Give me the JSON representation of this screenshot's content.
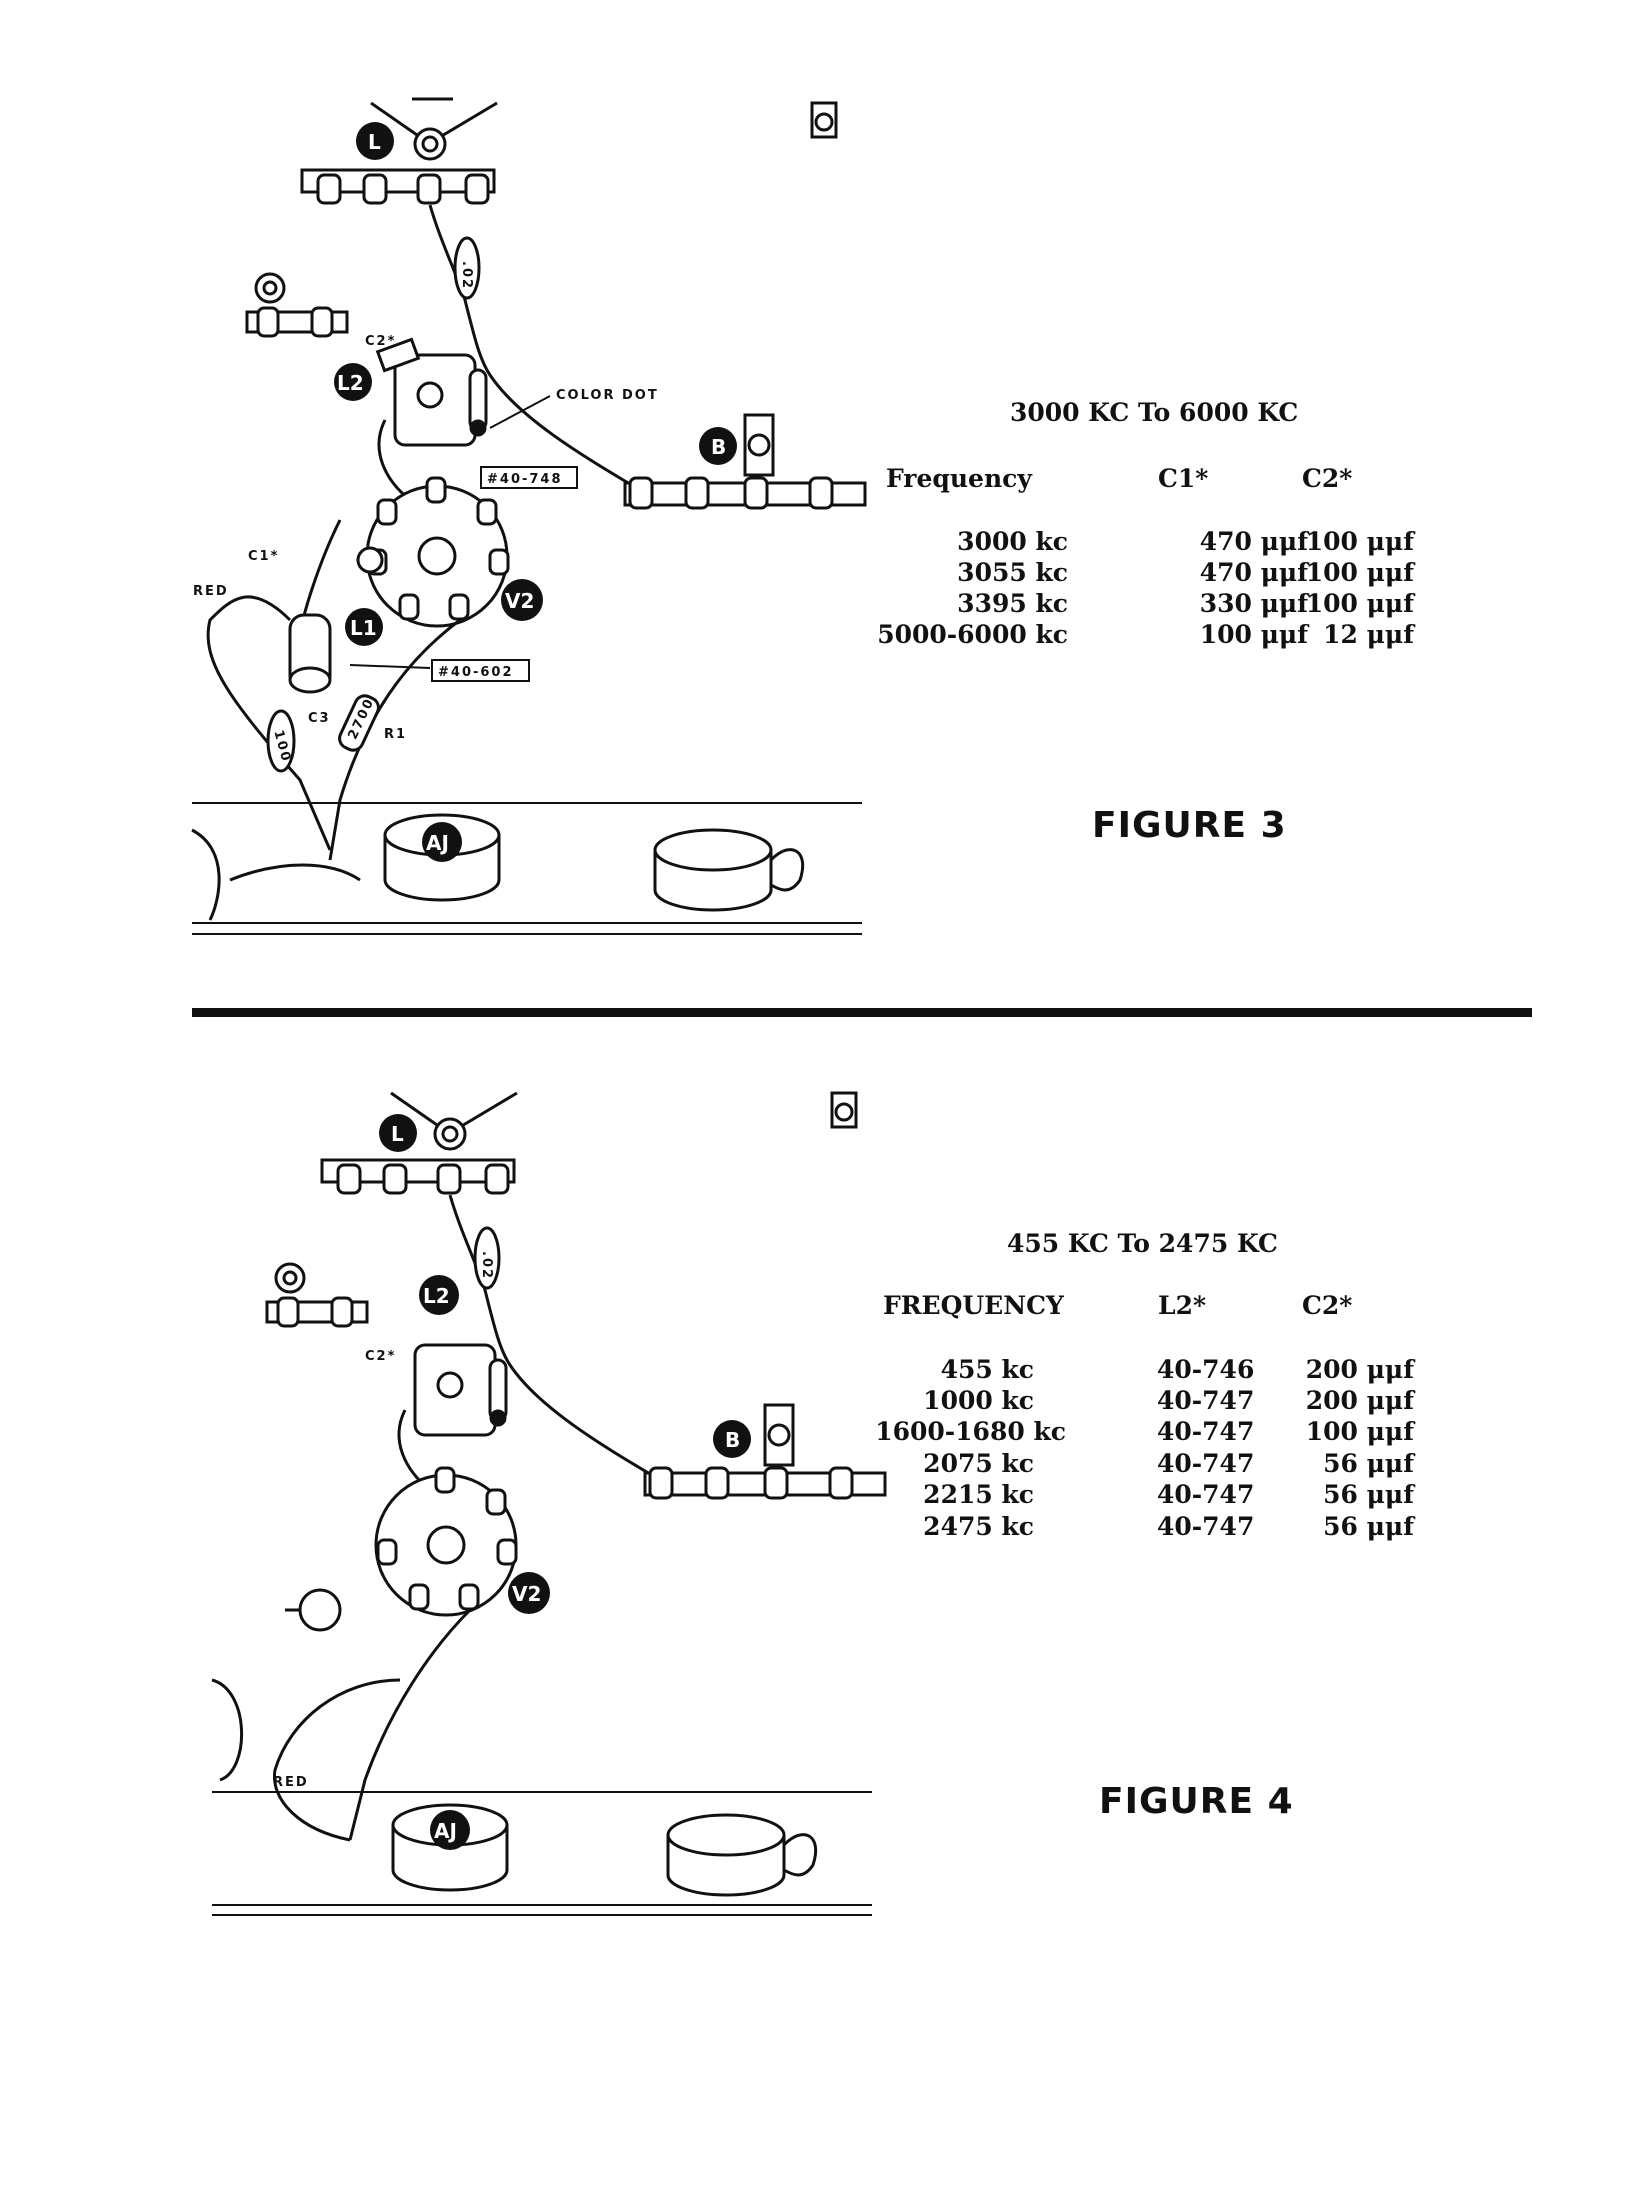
{
  "figure3": {
    "caption": "FIGURE 3",
    "table_title": "3000 KC To 6000 KC",
    "headers": [
      "Frequency",
      "C1*",
      "C2*"
    ],
    "rows": [
      [
        "3000 kc",
        "470 μμf",
        "100 μμf"
      ],
      [
        "3055 kc",
        "470 μμf",
        "100 μμf"
      ],
      [
        "3395 kc",
        "330 μμf",
        "100 μμf"
      ],
      [
        "5000-6000 kc",
        "100 μμf",
        "12 μμf"
      ]
    ],
    "diagram": {
      "badges": {
        "l": "L",
        "l2": "L2",
        "b": "B",
        "v2": "V2",
        "l1": "L1",
        "aj": "AJ"
      },
      "color_dot": "COLOR DOT",
      "part_l2": "#40-748",
      "part_l1": "#40-602",
      "red": "RED",
      "c1": "C1*",
      "c2": "C2*",
      "c3": "C3",
      "r1": "R1",
      "cap_02": ".02",
      "cap_100": "100",
      "res_2700": "2700"
    }
  },
  "figure4": {
    "caption": "FIGURE 4",
    "table_title": "455 KC To 2475 KC",
    "headers": [
      "FREQUENCY",
      "L2*",
      "C2*"
    ],
    "rows": [
      [
        "455 kc",
        "40-746",
        "200 μμf"
      ],
      [
        "1000 kc",
        "40-747",
        "200 μμf"
      ],
      [
        "1600-1680 kc",
        "40-747",
        "100 μμf"
      ],
      [
        "2075 kc",
        "40-747",
        "56 μμf"
      ],
      [
        "2215 kc",
        "40-747",
        "56 μμf"
      ],
      [
        "2475 kc",
        "40-747",
        "56 μμf"
      ]
    ],
    "diagram": {
      "badges": {
        "l": "L",
        "l2": "L2",
        "b": "B",
        "v2": "V2",
        "aj": "AJ"
      },
      "red": "RED",
      "c2": "C2*",
      "cap_02": ".02"
    }
  }
}
